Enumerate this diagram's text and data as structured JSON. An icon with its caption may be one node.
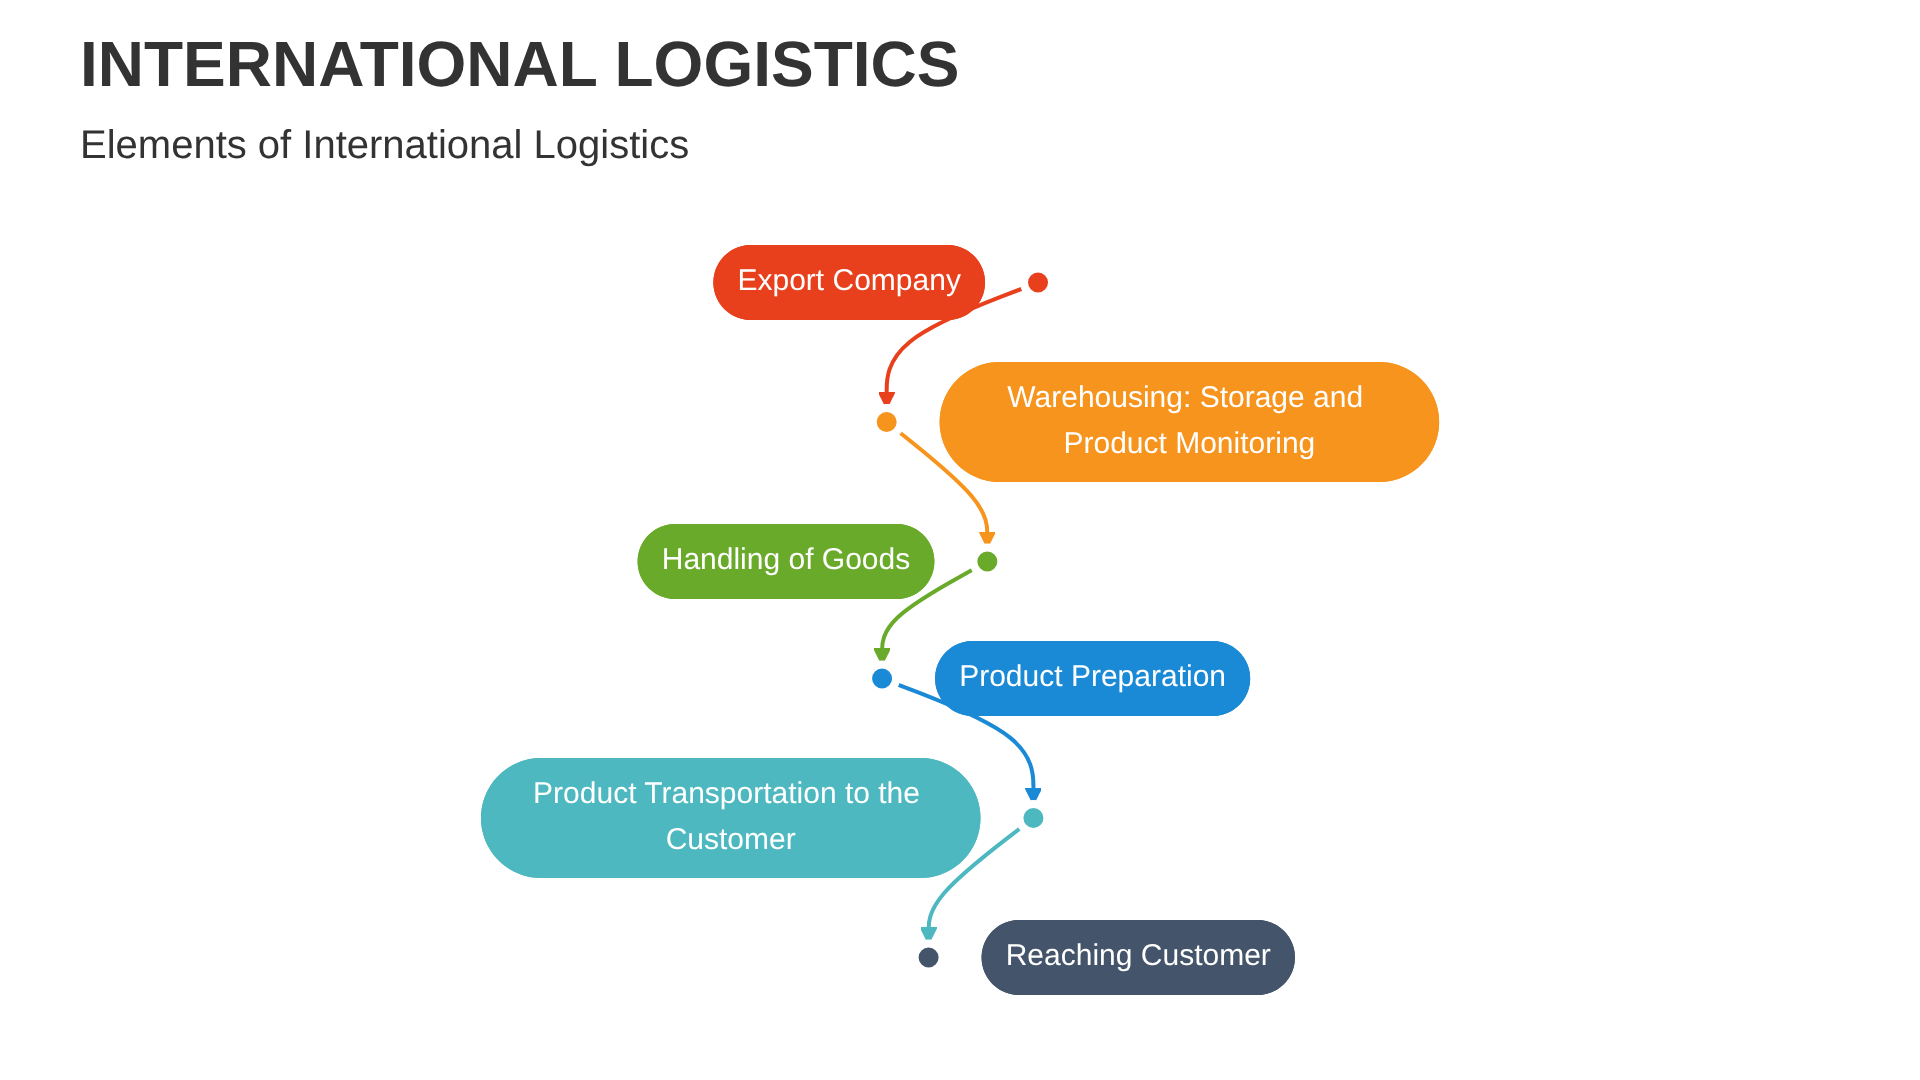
{
  "diagram": {
    "title": "INTERNATIONAL LOGISTICS",
    "caption": "Elements of International Logistics",
    "nodes": [
      {
        "text": [
          "Export Company"
        ]
      },
      {
        "text": [],
        "shape": "circle"
      },
      {
        "text": [],
        "shape": "circle"
      },
      {
        "text": [
          "Warehousing: Storage and Product Monitoring"
        ]
      },
      {
        "text": [
          "Handling of Goods"
        ]
      },
      {
        "text": [],
        "shape": "circle"
      },
      {
        "text": [],
        "shape": "circle"
      },
      {
        "text": [
          "Product Preparation"
        ]
      },
      {
        "text": [
          "Product Transportation to the Customer"
        ]
      },
      {
        "text": [],
        "shape": "circle"
      },
      {
        "text": [],
        "shape": "circle"
      },
      {
        "text": [
          "Reaching Customer"
        ]
      }
    ],
    "edges": [
      {
        "from": 1,
        "to": 2,
        "arrow": "to",
        "color": "#e8401c"
      },
      {
        "from": 2,
        "to": 5,
        "arrow": "to",
        "color": "#f7941d"
      },
      {
        "from": 5,
        "to": 6,
        "arrow": "to",
        "color": "#6aaa2a"
      },
      {
        "from": 6,
        "to": 9,
        "arrow": "to",
        "color": "#1b8ad6"
      },
      {
        "from": 9,
        "to": 10,
        "arrow": "to",
        "color": "#4db8c0"
      }
    ]
  }
}
